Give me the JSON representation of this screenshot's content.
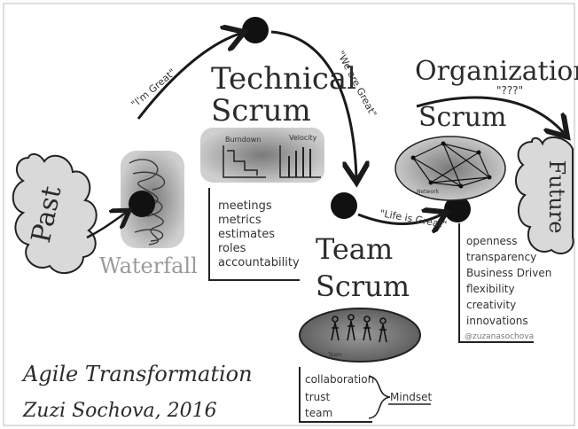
{
  "nodes": {
    "past": "Past",
    "future": "Future",
    "waterfall": "Waterfall",
    "technical_scrum": [
      "Technical",
      "Scrum"
    ],
    "team_scrum": [
      "Team",
      "Scrum"
    ],
    "organizational_scrum": [
      "Organizational",
      "Scrum"
    ]
  },
  "arrow_labels": {
    "to_technical": "\"I'm Great\"",
    "to_team": "\"We are Great\"",
    "to_org": "\"Life is Great\"",
    "org_top": "\"???\""
  },
  "charts": {
    "burndown": "Burndown",
    "velocity": "Velocity",
    "network": "Network",
    "team": "Team"
  },
  "technical_list": [
    "meetings",
    "metrics",
    "estimates",
    "roles",
    "accountability"
  ],
  "team_list": [
    "collaboration",
    "trust",
    "team"
  ],
  "team_brace_label": "Mindset",
  "org_list": [
    "openness",
    "transparency",
    "Business Driven",
    "flexibility",
    "creativity",
    "innovations"
  ],
  "credit": "@zuzanasochova",
  "footer": {
    "title": "Agile Transformation",
    "author": "Zuzi Sochova, 2016"
  },
  "colors": {
    "ink": "#1a1a1a",
    "shade": "#8a8a8a",
    "light_shade": "#c8c8c8"
  }
}
